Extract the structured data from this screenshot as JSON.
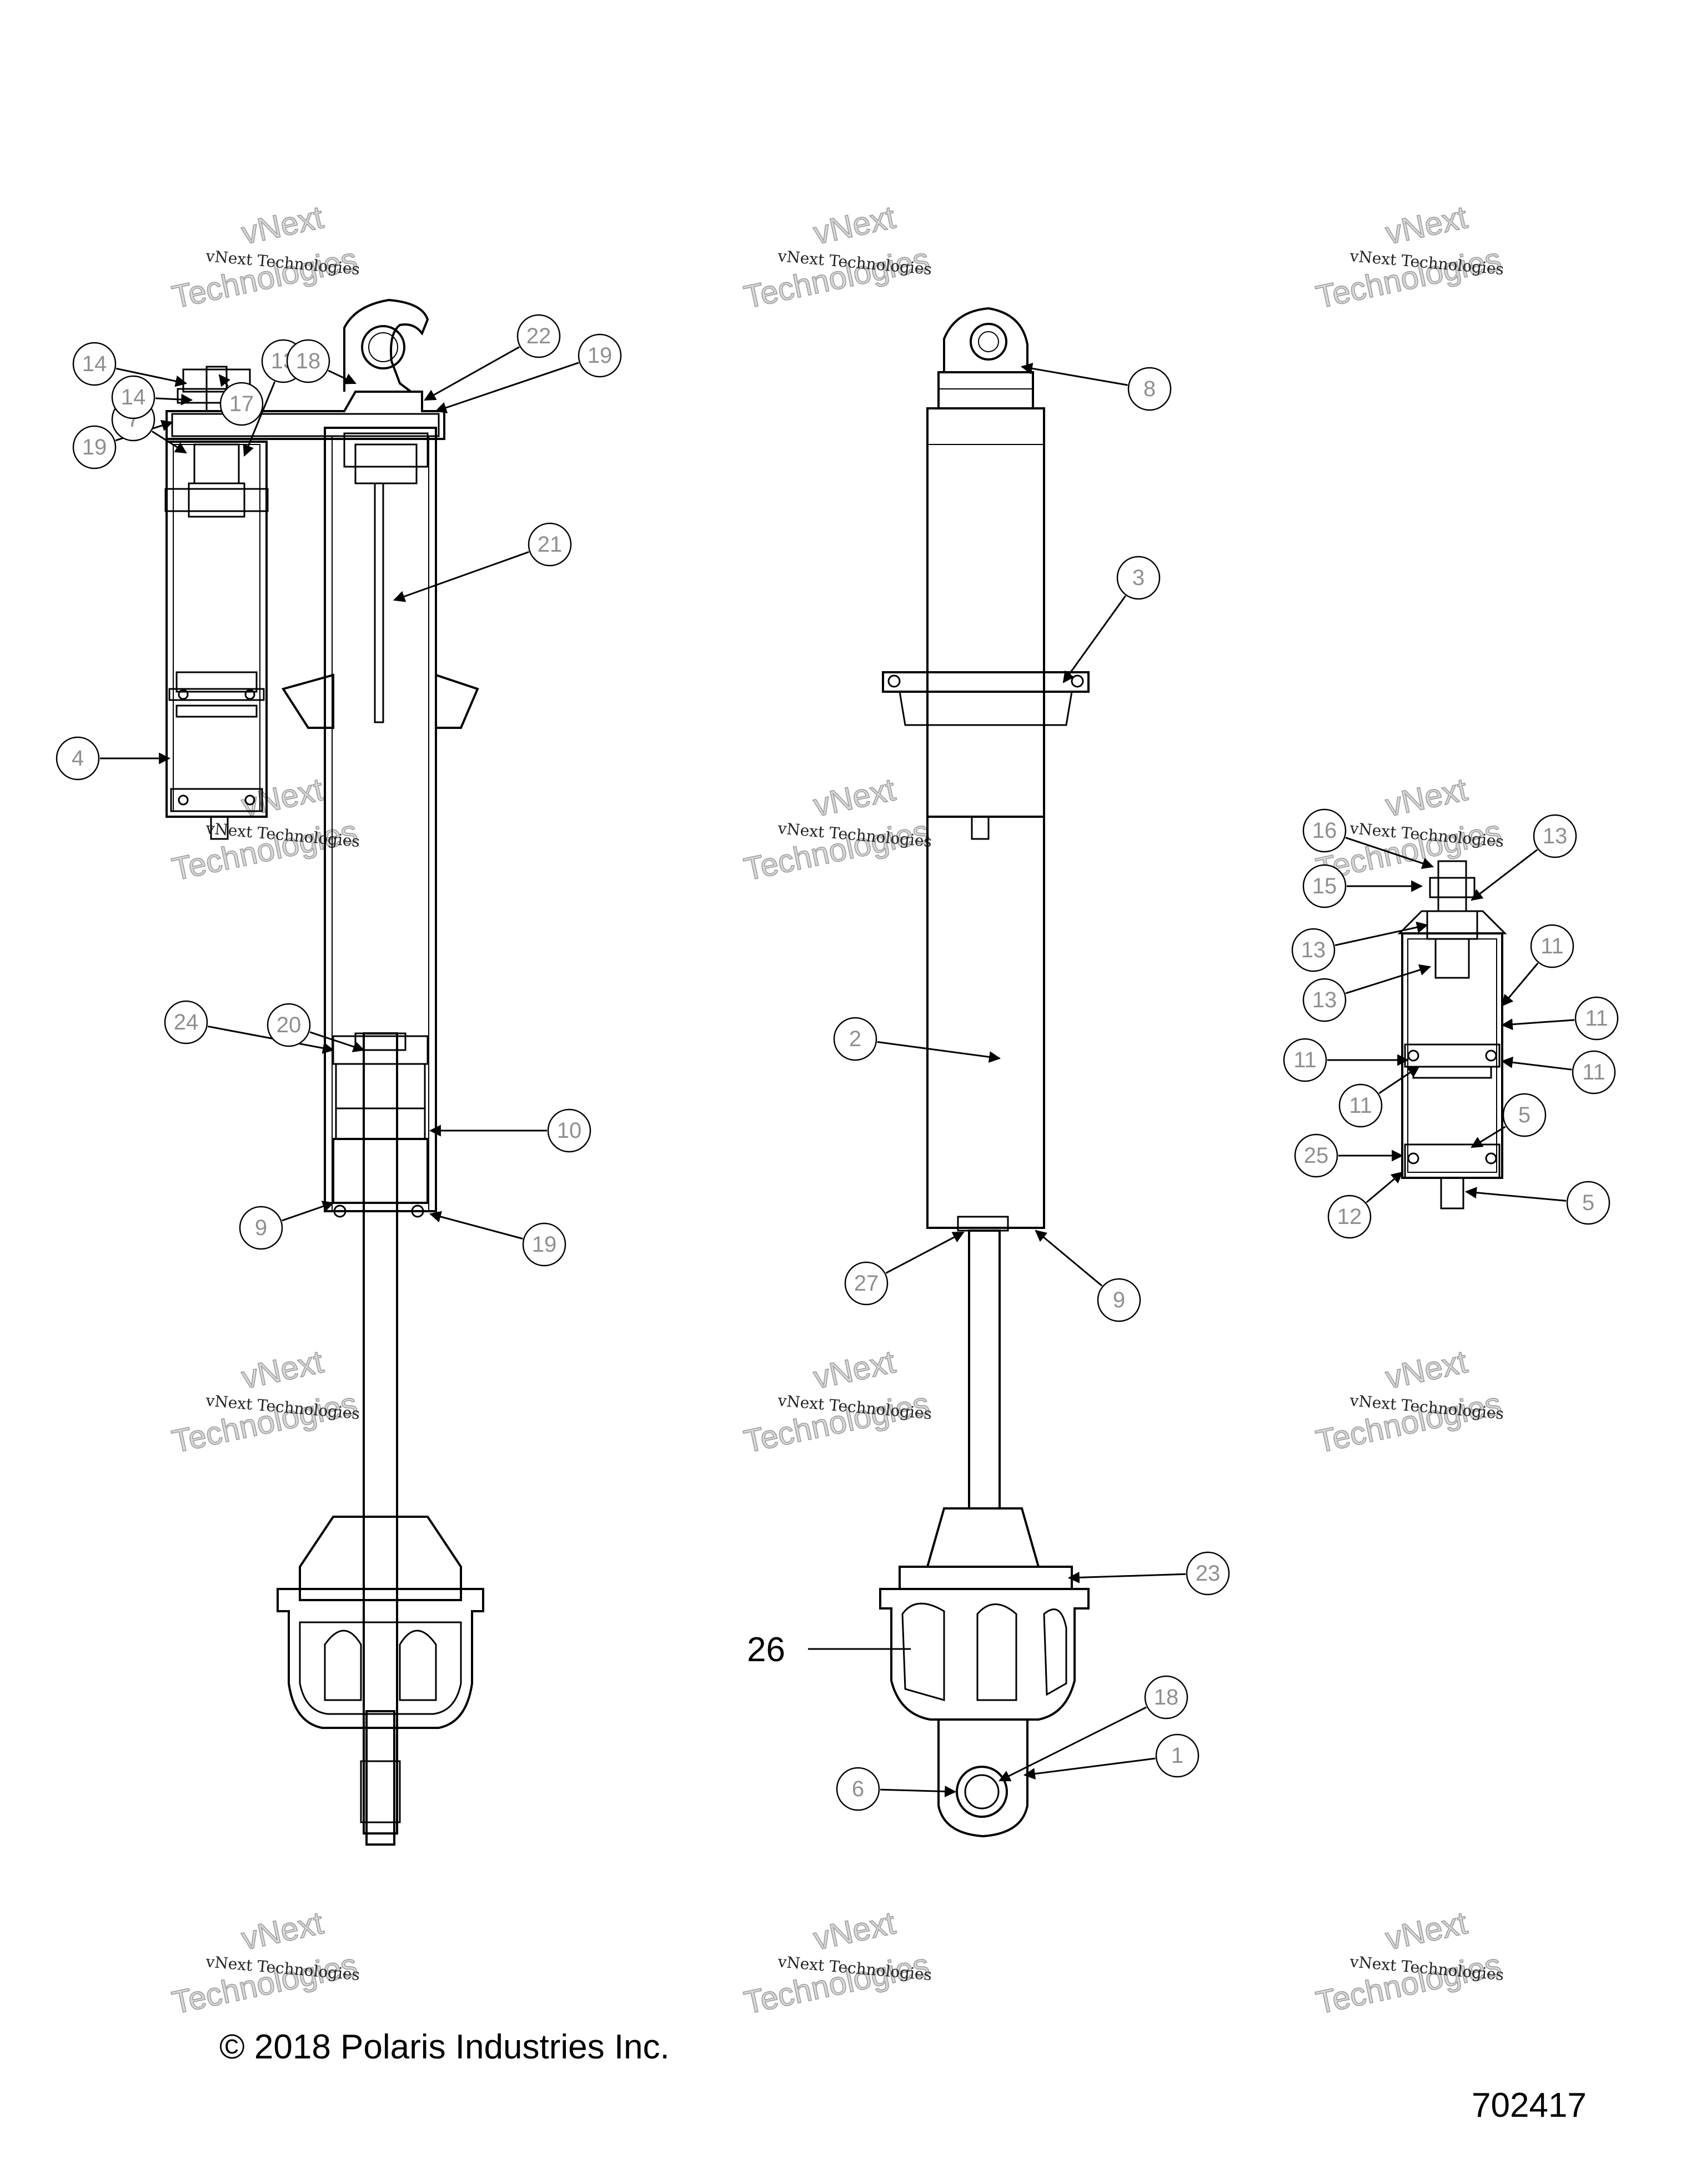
{
  "watermark": {
    "line1": "vNext Technologies",
    "line2a": "vNext",
    "line2b": "Technologies"
  },
  "callouts": [
    "1",
    "2",
    "3",
    "4",
    "5",
    "5",
    "6",
    "7",
    "8",
    "9",
    "9",
    "10",
    "11",
    "11",
    "11",
    "11",
    "11",
    "12",
    "13",
    "13",
    "13",
    "13",
    "14",
    "14",
    "15",
    "16",
    "17",
    "18",
    "18",
    "19",
    "19",
    "19",
    "20",
    "21",
    "22",
    "23",
    "24",
    "25",
    "27"
  ],
  "plain_label": "26",
  "footer": {
    "copyright": "© 2018 Polaris Industries Inc.",
    "figure_number": "702417"
  }
}
